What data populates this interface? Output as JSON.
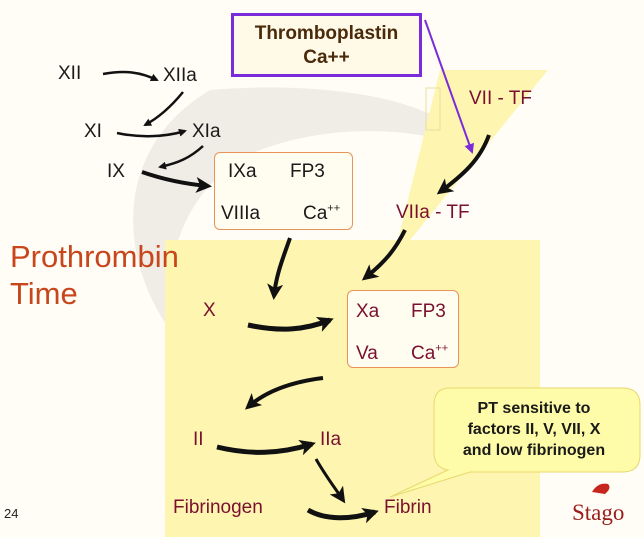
{
  "title": {
    "line1": "Prothrombin",
    "line2": "Time"
  },
  "thromboplastin": {
    "line1": "Thromboplastin",
    "line2": "Ca++"
  },
  "factors": {
    "xii": "XII",
    "xiia": "XIIa",
    "xi": "XI",
    "xia": "XIa",
    "ix": "IX",
    "vii_tf": "VII - TF",
    "viia_tf": "VIIa - TF",
    "x": "X",
    "ii": "II",
    "iia": "IIa",
    "fibrinogen": "Fibrinogen",
    "fibrin": "Fibrin"
  },
  "complex_intrinsic": {
    "enzyme": "IXa",
    "phospholipid": "FP3",
    "cofactor": "VIIIa",
    "ion": "Ca",
    "ion_charge": "++"
  },
  "complex_common": {
    "enzyme": "Xa",
    "phospholipid": "FP3",
    "cofactor": "Va",
    "ion": "Ca",
    "ion_charge": "++"
  },
  "callout": "PT sensitive to\nfactors II, V, VII, X\nand low fibrinogen",
  "page_number": "24",
  "logo": "Stago",
  "colors": {
    "highlight": "#fdf5b0",
    "border_purple": "#7b2bd9",
    "title": "#c8461c",
    "factor_maroon": "#7a1030",
    "box_border": "#e8935a"
  }
}
